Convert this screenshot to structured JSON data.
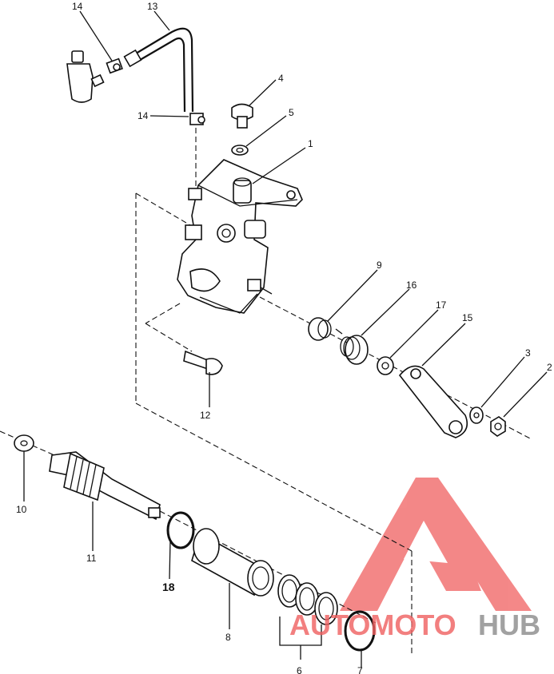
{
  "callouts": [
    {
      "id": "c1",
      "text": "1"
    },
    {
      "id": "c2",
      "text": "2"
    },
    {
      "id": "c3",
      "text": "3"
    },
    {
      "id": "c4",
      "text": "4"
    },
    {
      "id": "c5",
      "text": "5"
    },
    {
      "id": "c6",
      "text": "6"
    },
    {
      "id": "c7",
      "text": "7"
    },
    {
      "id": "c8",
      "text": "8"
    },
    {
      "id": "c9",
      "text": "9"
    },
    {
      "id": "c10",
      "text": "10"
    },
    {
      "id": "c11",
      "text": "11"
    },
    {
      "id": "c12",
      "text": "12"
    },
    {
      "id": "c13",
      "text": "13"
    },
    {
      "id": "c14a",
      "text": "14"
    },
    {
      "id": "c14b",
      "text": "14"
    },
    {
      "id": "c15",
      "text": "15"
    },
    {
      "id": "c16",
      "text": "16"
    },
    {
      "id": "c17",
      "text": "17"
    },
    {
      "id": "c18",
      "text": "18"
    }
  ],
  "watermark": {
    "text_part1": "AUTOMOTO",
    "text_part2": "HUB",
    "color_red": "#f06060",
    "color_gray": "#8a8a8a"
  }
}
